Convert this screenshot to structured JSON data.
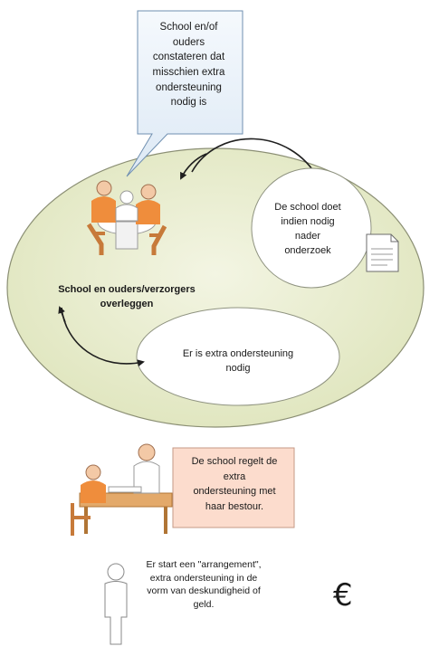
{
  "callout": {
    "text": "School en/of\nouders\nconstateren dat\nmisschien extra\nondersteuning\nnodig is"
  },
  "ellipse": {
    "meeting_caption": "School en ouders/verzorgers\noverleggen",
    "research_circle": "De school doet\nindien nodig\nnader\nonderzoek",
    "support_circle": "Er is extra ondersteuning\nnodig"
  },
  "desk_box": {
    "text": "De school regelt de\nextra\nondersteuning met\nhaar bestour."
  },
  "arrangement": {
    "text": "Er start een \"arrangement\",\nextra ondersteuning in de\nvorm van deskundigheid of\ngeld.",
    "currency": "€"
  },
  "colors": {
    "callout_fill": "#e8f1fa",
    "callout_border": "#6f8fb0",
    "ellipse_fill": "#e6ebc9",
    "circle_fill": "#ffffff",
    "box_fill": "#fcdccd",
    "person_orange": "#ef8d3c",
    "arrow": "#1f1f1f"
  }
}
